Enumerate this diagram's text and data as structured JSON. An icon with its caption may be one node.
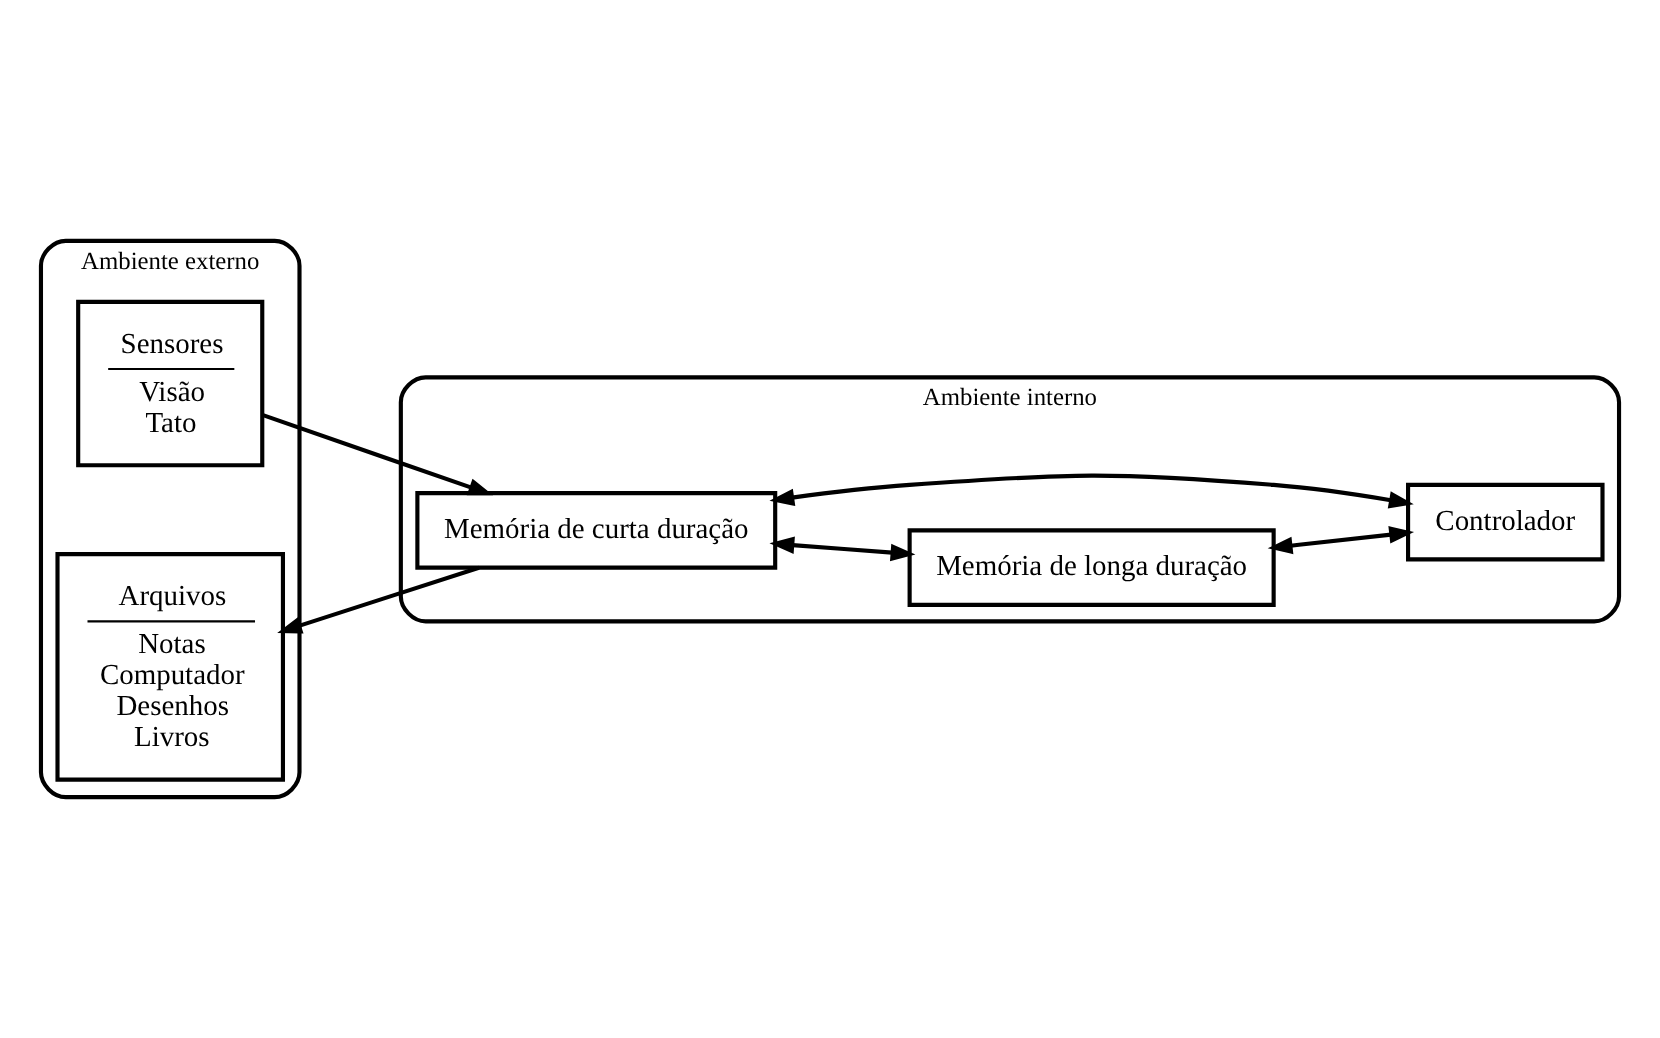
{
  "diagram": {
    "nodes": [
      {
        "text": [
          "Ambiente externo"
        ]
      },
      {
        "text": [
          "Sensores",
          "Visão Tato"
        ],
        "in": 0
      },
      {
        "text": [
          "Arquivos",
          "Notas Computador Desenhos Livros"
        ],
        "in": 0
      },
      {
        "text": [
          "Ambiente interno"
        ]
      },
      {
        "text": [
          "Memória de curta duração"
        ],
        "in": 3
      },
      {
        "text": [
          "Memória de longa duração"
        ],
        "in": 3
      },
      {
        "text": [
          "Controlador"
        ],
        "in": 3
      }
    ],
    "edges": [
      {
        "from": 1,
        "to": 4,
        "arrow": "to"
      },
      {
        "from": 4,
        "to": 5,
        "arrow": "both"
      },
      {
        "from": 4,
        "to": 6,
        "arrow": "both"
      },
      {
        "from": 5,
        "to": 6,
        "arrow": "both"
      },
      {
        "from": 4,
        "to": 2,
        "arrow": "to"
      }
    ]
  }
}
